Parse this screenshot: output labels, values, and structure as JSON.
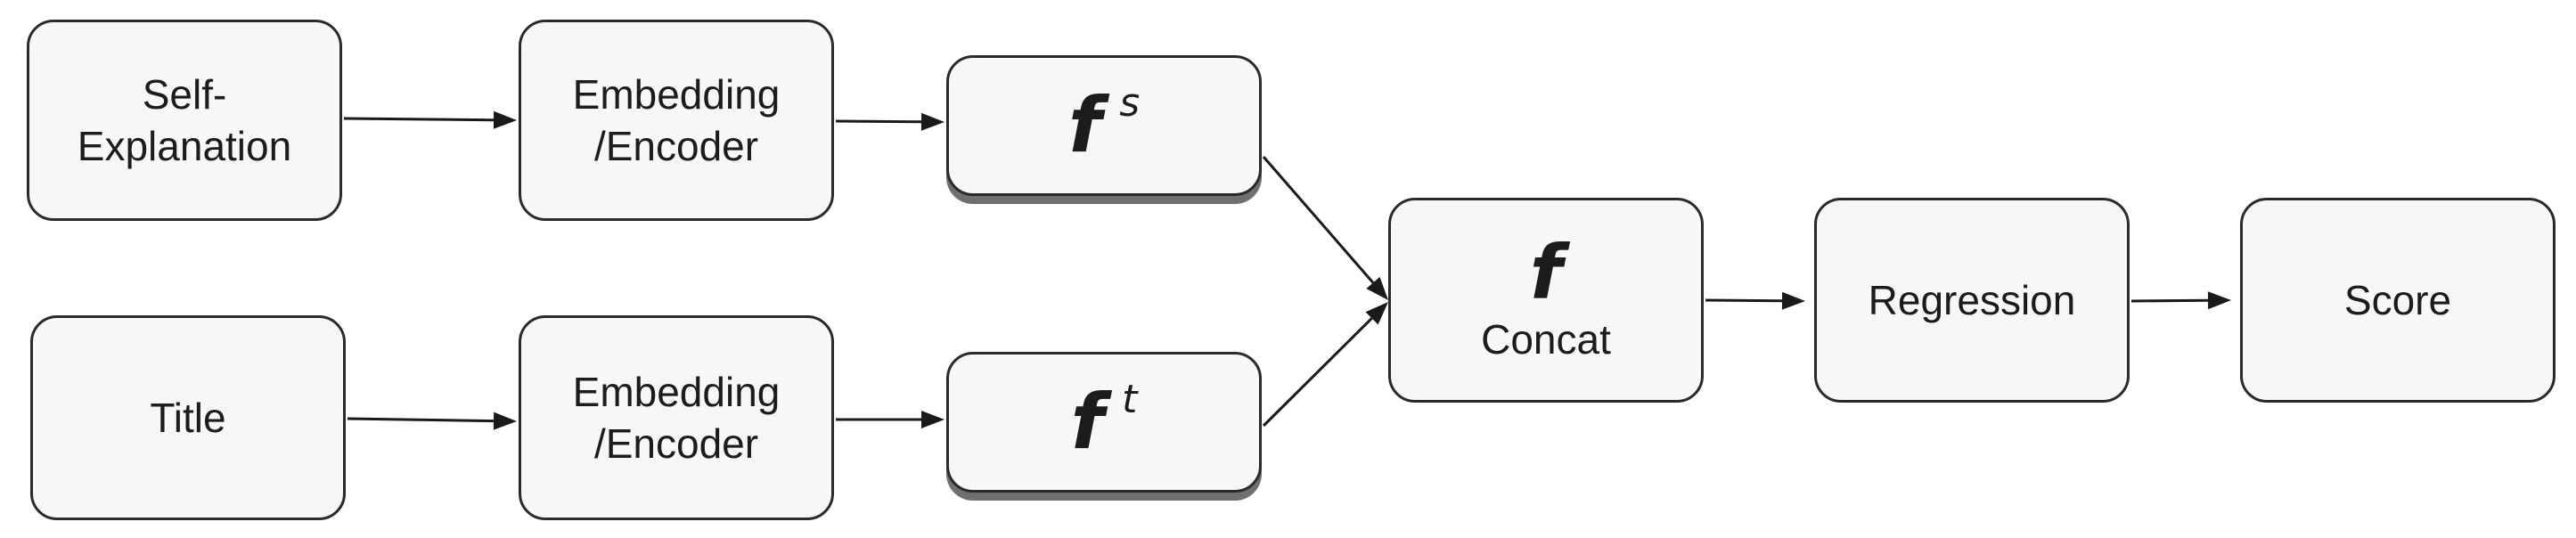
{
  "colors": {
    "box_fill": "#f7f7f5",
    "box_border": "#2a2a2a",
    "arrow": "#1a1a1a",
    "text": "#1c1c1c"
  },
  "nodes": {
    "self_explanation": {
      "label": "Self-\nExplanation"
    },
    "title": {
      "label": "Title"
    },
    "embedding_top": {
      "label": "Embedding\n/Encoder"
    },
    "embedding_bottom": {
      "label": "Embedding\n/Encoder"
    },
    "fs": {
      "symbol": "f",
      "superscript": "s"
    },
    "ft": {
      "symbol": "f",
      "superscript": "t"
    },
    "concat": {
      "symbol": "f",
      "label": "Concat"
    },
    "regression": {
      "label": "Regression"
    },
    "score": {
      "label": "Score"
    }
  },
  "edges": [
    {
      "from": "self_explanation",
      "to": "embedding_top"
    },
    {
      "from": "title",
      "to": "embedding_bottom"
    },
    {
      "from": "embedding_top",
      "to": "fs"
    },
    {
      "from": "embedding_bottom",
      "to": "ft"
    },
    {
      "from": "fs",
      "to": "concat"
    },
    {
      "from": "ft",
      "to": "concat"
    },
    {
      "from": "concat",
      "to": "regression"
    },
    {
      "from": "regression",
      "to": "score"
    }
  ]
}
